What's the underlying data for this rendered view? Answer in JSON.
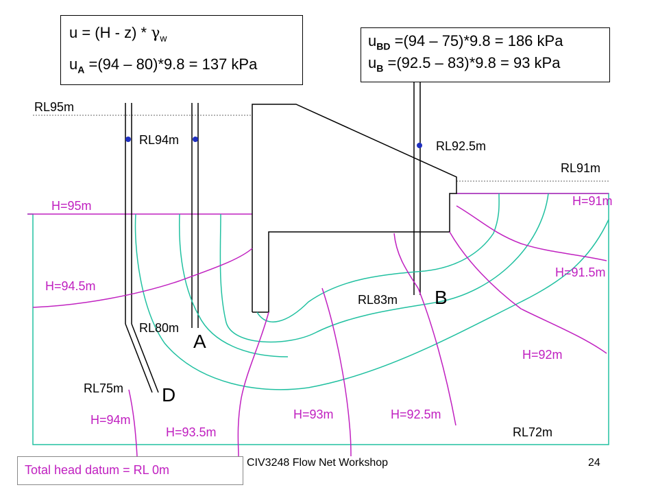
{
  "formula_box": {
    "line1_a": "u  = (H - z) * ",
    "line1_gamma": "γ",
    "line1_sub": "w",
    "line2_main": "u",
    "line2_sub": "A",
    "line2_rest": " =(94 – 80)*9.8 = 137 kPa"
  },
  "result_box": {
    "line1_main": "u",
    "line1_sub": "BD",
    "line1_rest": " =(94 – 75)*9.8 = 186 kPa",
    "line2_main": "u",
    "line2_sub": "B",
    "line2_rest": " =(92.5 – 83)*9.8 = 93 kPa"
  },
  "levels": {
    "rl95": "RL95m",
    "rl94": "RL94m",
    "rl925": "RL92.5m",
    "rl91": "RL91m",
    "rl83": "RL83m",
    "rl80": "RL80m",
    "rl75": "RL75m",
    "rl72": "RL72m"
  },
  "heads": {
    "h95": "H=95m",
    "h945": "H=94.5m",
    "h94": "H=94m",
    "h935": "H=93.5m",
    "h93": "H=93m",
    "h925": "H=92.5m",
    "h92": "H=92m",
    "h915": "H=91.5m",
    "h91": "H=91m"
  },
  "points": {
    "a": "A",
    "b": "B",
    "d": "D"
  },
  "datum_note": "Total head datum = RL 0m",
  "footer": {
    "course": "CIV3248 Flow Net Workshop",
    "page": "24"
  },
  "colors": {
    "equipotential": "#c020c0",
    "flowline": "#20c0a0",
    "piezo_dot": "#2030c0"
  }
}
